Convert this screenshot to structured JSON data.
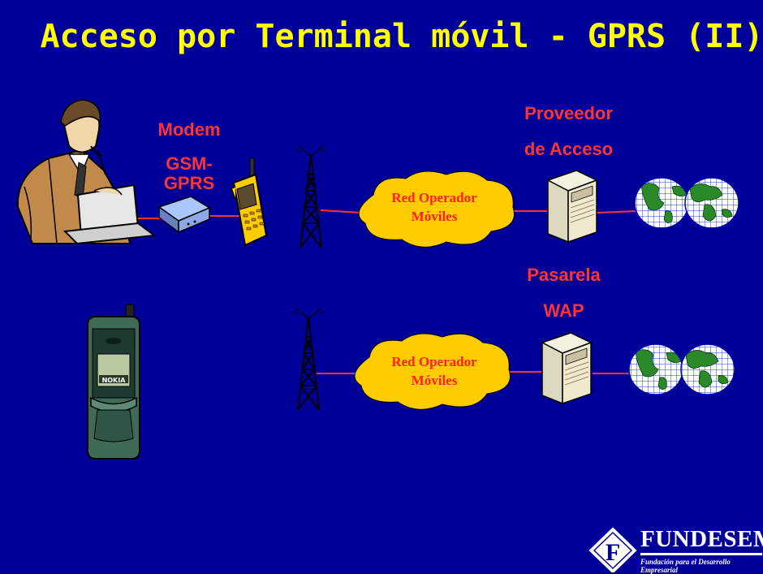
{
  "slide": {
    "title": "Acceso por Terminal móvil - GPRS (II)"
  },
  "labels": {
    "modem_line1": "Modem",
    "modem_line2": "GSM-",
    "modem_line3": "GPRS",
    "provider_line1": "Proveedor",
    "provider_line2": "de Acceso",
    "gateway_line1": "Pasarela",
    "gateway_line2": "WAP"
  },
  "clouds": {
    "top_line1": "Red Operador",
    "top_line2": "Móviles",
    "bottom_line1": "Red Operador",
    "bottom_line2": "Móviles"
  },
  "phone": {
    "brand": "NOKIA"
  },
  "logo": {
    "name": "FUNDESEM",
    "subtitle": "Fundación para el Desarrollo Empresarial"
  },
  "colors": {
    "background": "#000099",
    "title": "#ffff00",
    "labels": "#ff3333",
    "cloud_fill": "#ffcc00",
    "link_line": "#ff3333"
  }
}
